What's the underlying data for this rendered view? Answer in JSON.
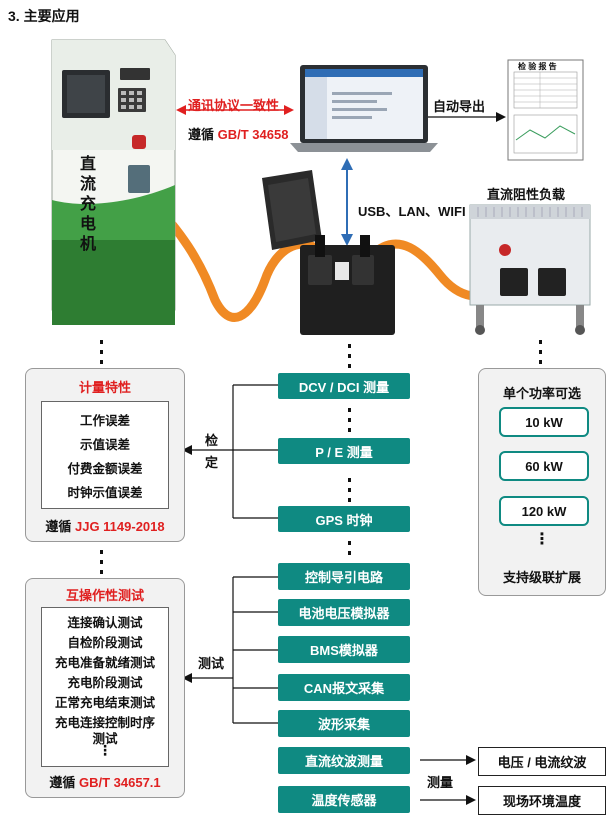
{
  "title": "3. 主要应用",
  "charger": {
    "label": "直流充电机"
  },
  "protocol": {
    "line1": "通讯协议一致性",
    "prefix": "遵循 ",
    "std": "GB/T 34658"
  },
  "auto_export": "自动导出",
  "report": {
    "title": "检 验 报 告"
  },
  "usb_label": "USB、LAN、WIFI",
  "load": {
    "label": "直流阻性负载"
  },
  "metering": {
    "title": "计量特性",
    "items": [
      "工作误差",
      "示值误差",
      "付费金额误差",
      "时钟示值误差"
    ],
    "prefix": "遵循 ",
    "std": "JJG 1149-2018"
  },
  "verify_label": "检\n定",
  "test_label": "测试",
  "measure_label": "测量",
  "interop": {
    "title": "互操作性测试",
    "items": [
      "连接确认测试",
      "自检阶段测试",
      "充电准备就绪测试",
      "充电阶段测试",
      "正常充电结束测试",
      "充电连接控制时序",
      "测试"
    ],
    "ellipsis": "⋮",
    "prefix": "遵循 ",
    "std": "GB/T 34657.1"
  },
  "center_boxes": [
    "DCV / DCI 测量",
    "P / E 测量",
    "GPS 时钟",
    "控制导引电路",
    "电池电压模拟器",
    "BMS模拟器",
    "CAN报文采集",
    "波形采集",
    "直流纹波测量",
    "温度传感器"
  ],
  "power": {
    "title": "单个功率可选",
    "options": [
      "10 kW",
      "60 kW",
      "120 kW"
    ],
    "ellipsis": "⋮",
    "footer": "支持级联扩展"
  },
  "outputs": [
    "电压 / 电流纹波",
    "现场环境温度"
  ],
  "colors": {
    "teal": "#0f8a82",
    "red": "#e02020",
    "cable": "#f08a24",
    "charger_green": "#2e7d32"
  }
}
